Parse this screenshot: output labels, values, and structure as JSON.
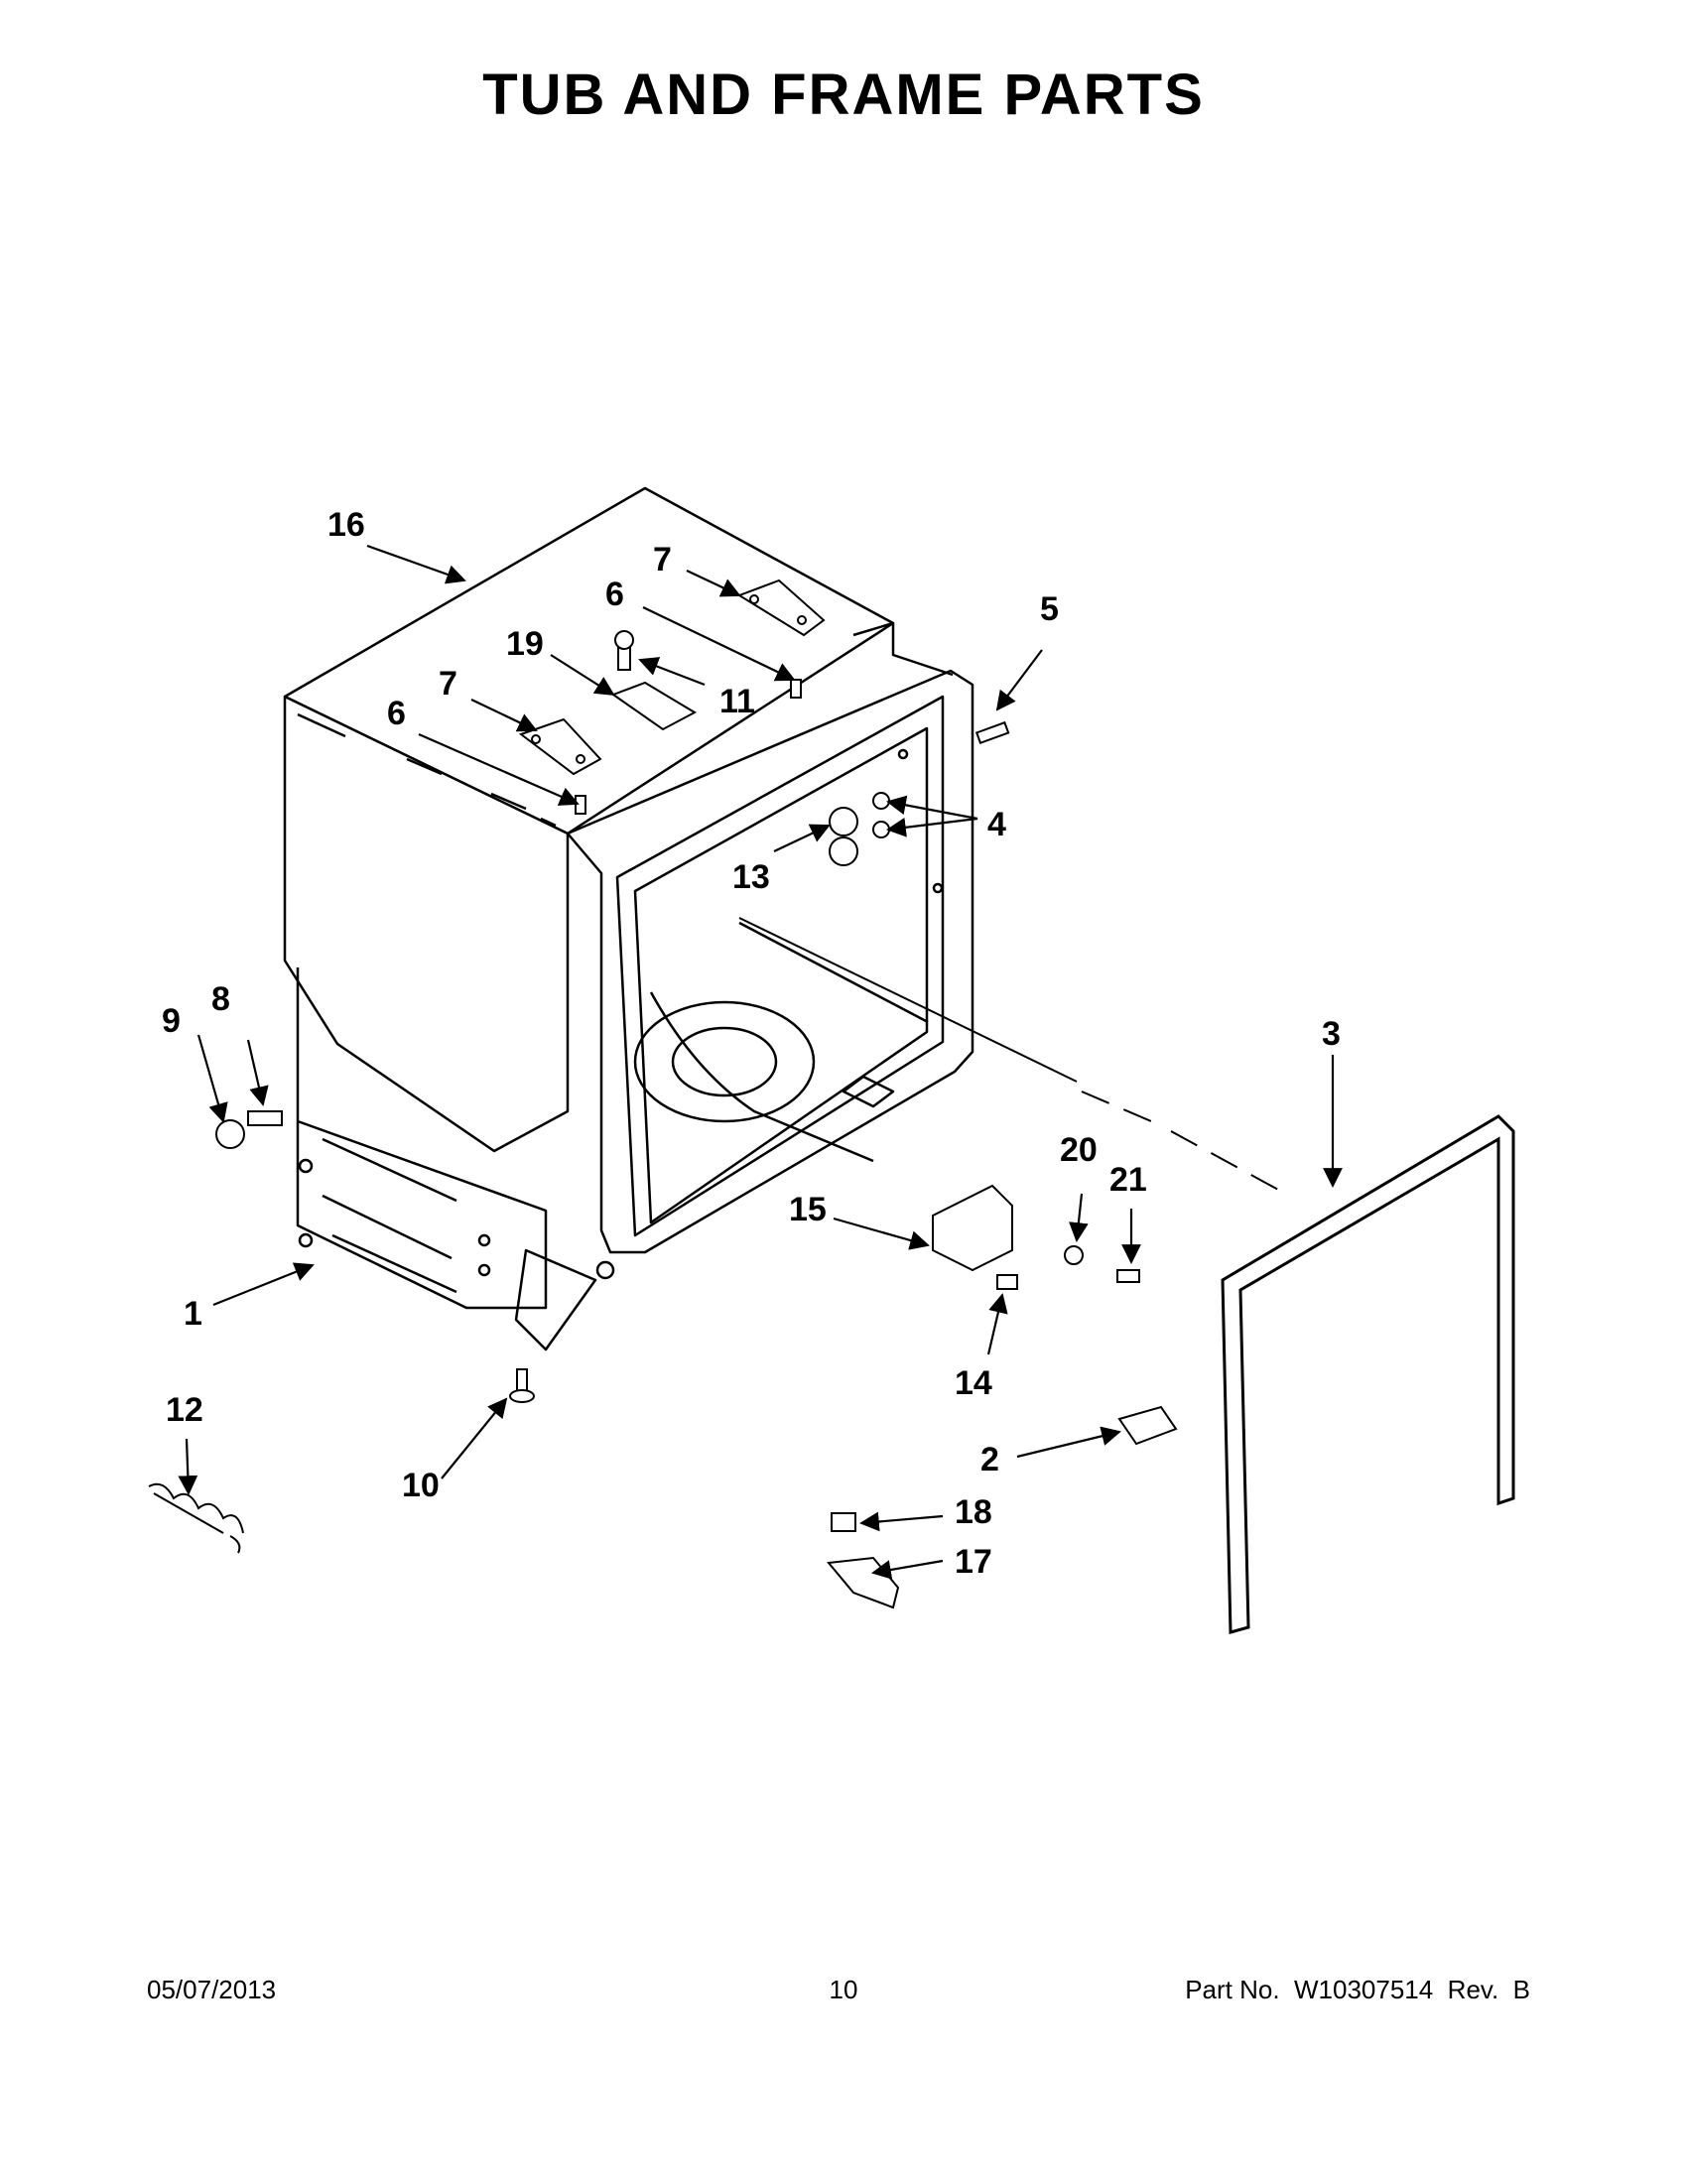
{
  "header": {
    "title": "TUB AND FRAME PARTS"
  },
  "callouts": {
    "c1": "1",
    "c2": "2",
    "c3": "3",
    "c4": "4",
    "c5": "5",
    "c6a": "6",
    "c6b": "6",
    "c7a": "7",
    "c7b": "7",
    "c8": "8",
    "c9": "9",
    "c10": "10",
    "c11": "11",
    "c12": "12",
    "c13": "13",
    "c14": "14",
    "c15": "15",
    "c16": "16",
    "c17": "17",
    "c18": "18",
    "c19": "19",
    "c20": "20",
    "c21": "21"
  },
  "footer": {
    "date": "05/07/2013",
    "page": "10",
    "part_no": "Part No.  W10307514  Rev.  B"
  }
}
